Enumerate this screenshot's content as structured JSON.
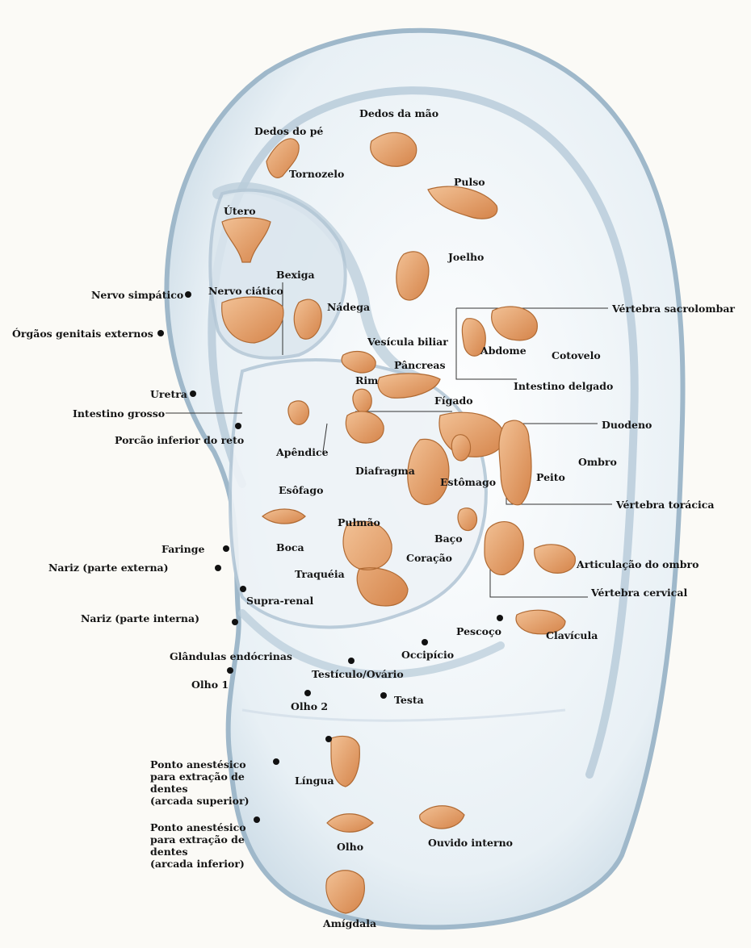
{
  "labels": {
    "dedos_do_pe": "Dedos do pé",
    "dedos_da_mao": "Dedos da mão",
    "tornozelo": "Tornozelo",
    "pulso": "Pulso",
    "utero": "Útero",
    "joelho": "Joelho",
    "bexiga": "Bexiga",
    "nervo_simpatico": "Nervo simpático",
    "nervo_ciatico": "Nervo ciático",
    "nadega": "Nádega",
    "vertebra_sacrolombar": "Vértebra sacrolombar",
    "orgaos_genitais_externos": "Órgãos genitais externos",
    "vesicula_biliar": "Vesícula biliar",
    "abdome": "Abdome",
    "cotovelo": "Cotovelo",
    "pancreas": "Pâncreas",
    "rim": "Rim",
    "uretra": "Uretra",
    "intestino_delgado": "Intestino delgado",
    "figado": "Fígado",
    "intestino_grosso": "Intestino grosso",
    "porcao_inferior_do_reto": "Porcão inferior do reto",
    "duodeno": "Duodeno",
    "apendice": "Apêndice",
    "diafragma": "Diafragma",
    "ombro": "Ombro",
    "estomago": "Estômago",
    "peito": "Peito",
    "esofago": "Esôfago",
    "vertebra_toracica": "Vértebra torácica",
    "pulmao": "Pulmão",
    "baco": "Baço",
    "faringe": "Faringe",
    "boca": "Boca",
    "coracao": "Coração",
    "articulacao_do_ombro": "Articulação do ombro",
    "nariz_externa": "Nariz (parte externa)",
    "traqueia": "Traquéia",
    "vertebra_cervical": "Vértebra cervical",
    "supra_renal": "Supra-renal",
    "nariz_interna": "Nariz (parte interna)",
    "pescoco": "Pescoço",
    "clavicula": "Clavícula",
    "occipicio": "Occipício",
    "glandulas_endocrinas": "Glândulas endócrinas",
    "testiculo_ovario": "Testículo/Ovário",
    "olho_1": "Olho 1",
    "testa": "Testa",
    "olho_2": "Olho 2",
    "ponto_superior": [
      "Ponto anestésico",
      "para extração de dentes",
      "(arcada superior)"
    ],
    "lingua": "Língua",
    "ponto_inferior": [
      "Ponto anestésico",
      "para extração de dentes",
      "(arcada inferior)"
    ],
    "olho": "Olho",
    "ouvido_interno": "Ouvido interno",
    "amigdala": "Amígdala"
  },
  "colors": {
    "ear_fill": "#e3ecf2",
    "ear_edge": "#a9bfd0",
    "organ": "#e5a46c",
    "organ_dark": "#c27438",
    "text": "#151515"
  }
}
